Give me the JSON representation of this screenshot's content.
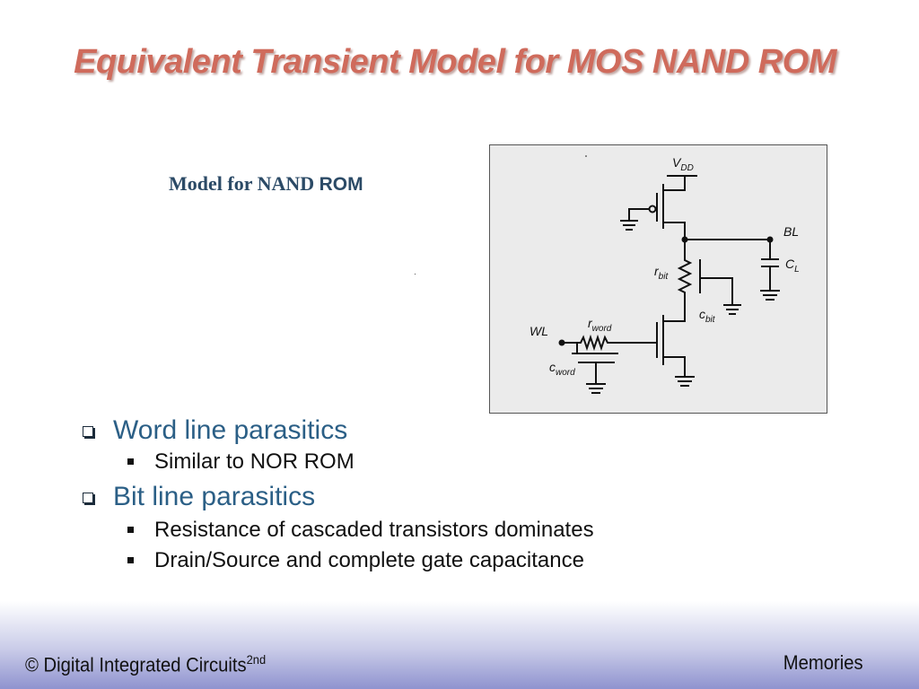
{
  "slide": {
    "title": "Equivalent Transient Model for MOS NAND ROM",
    "caption_main": "Model for NAND ",
    "caption_rom": "ROM"
  },
  "circuit": {
    "labels": {
      "vdd_v": "V",
      "vdd_sub": "DD",
      "bl": "BL",
      "cl_c": "C",
      "cl_sub": "L",
      "rbit_r": "r",
      "rbit_sub": "bit",
      "cbit_c": "c",
      "cbit_sub": "bit",
      "wl": "WL",
      "rword_r": "r",
      "rword_sub": "word",
      "cword_c": "c",
      "cword_sub": "word"
    }
  },
  "bullets": [
    {
      "text": "Word line parasitics",
      "subs": [
        "Similar to NOR ROM"
      ]
    },
    {
      "text": "Bit line parasitics",
      "subs": [
        "Resistance of cascaded transistors dominates",
        "Drain/Source and complete gate capacitance"
      ]
    }
  ],
  "footer": {
    "left_text": "© Digital Integrated Circuits",
    "left_sup": "2nd",
    "right_text": "Memories"
  }
}
